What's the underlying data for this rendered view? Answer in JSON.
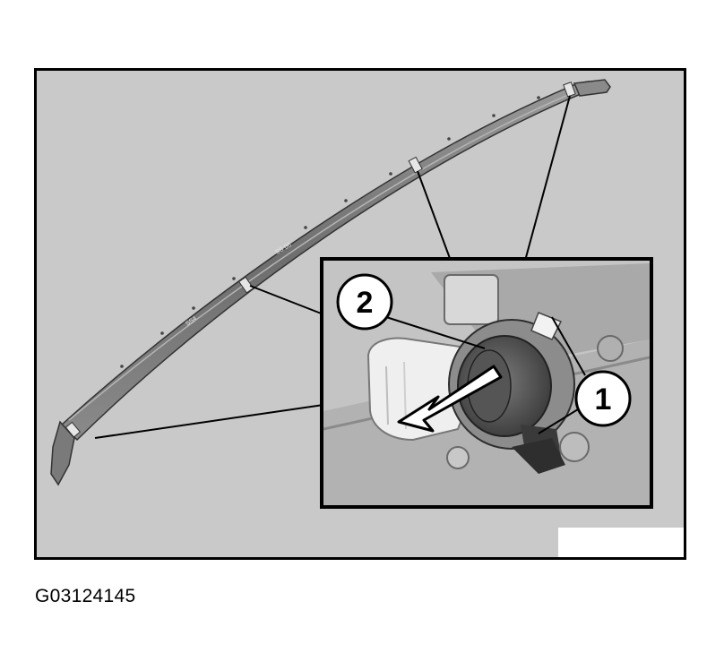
{
  "figure": {
    "code": "G03124145",
    "callouts": [
      {
        "number": "1"
      },
      {
        "number": "2"
      }
    ],
    "colors": {
      "background": "#c9c9c9",
      "frame": "#000000",
      "trim_strip": "#7d7d7d",
      "inset_bg": "#bdbdbd"
    }
  }
}
